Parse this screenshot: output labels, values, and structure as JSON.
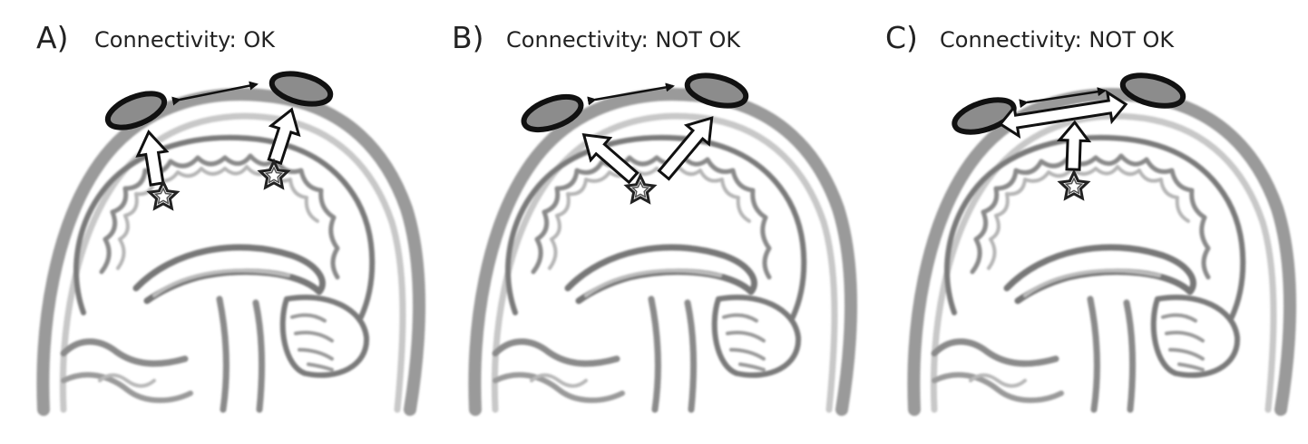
{
  "panels": [
    {
      "letter": "A)",
      "caption": "Connectivity: OK"
    },
    {
      "letter": "B)",
      "caption": "Connectivity: NOT OK"
    },
    {
      "letter": "C)",
      "caption": "Connectivity: NOT OK"
    }
  ],
  "colors": {
    "sensor_fill": "#8c8c8c",
    "outline": "#111111",
    "brain_line": "#8a8a8a",
    "arrow_fill": "#ffffff"
  }
}
